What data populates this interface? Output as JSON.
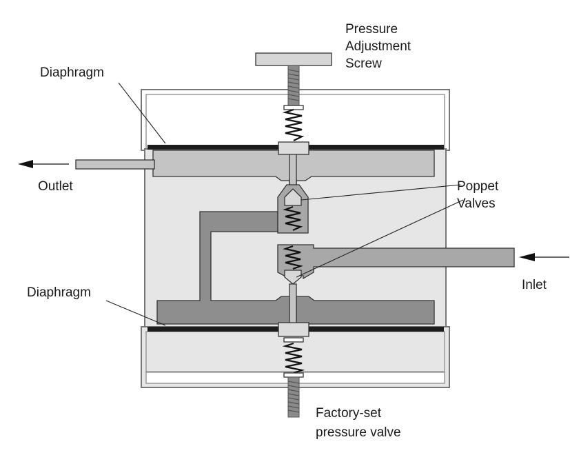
{
  "labels": {
    "pressure_line1": "Pressure",
    "pressure_line2": "Adjustment",
    "pressure_line3": "Screw",
    "diaphragm_top": "Diaphragm",
    "diaphragm_bottom": "Diaphragm",
    "outlet": "Outlet",
    "poppet_line1": "Poppet",
    "poppet_line2": "Valves",
    "inlet": "Inlet",
    "factory_line1": "Factory-set",
    "factory_line2": "pressure valve"
  },
  "colors": {
    "housing_fill": "#e6e6e6",
    "housing_border": "#777777",
    "upper_chamber": "#c4c4c4",
    "lower_chamber": "#8e8e8e",
    "diaphragm": "#1c1c1c",
    "spring": "#111111",
    "screw_thread": "#8a8a8a",
    "background": "#ffffff"
  }
}
